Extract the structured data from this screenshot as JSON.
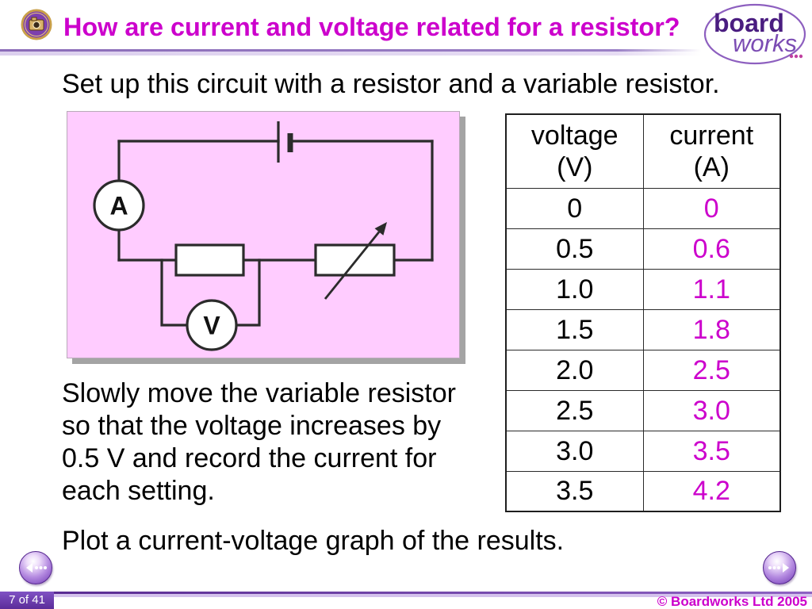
{
  "slide": {
    "title": "How are current and voltage related for a resistor?",
    "intro": "Set up this circuit with a resistor and a variable resistor.",
    "instruction_lines": [
      "Slowly move the variable resistor",
      "so that the voltage increases by",
      "0.5 V and record the current for",
      "each setting."
    ],
    "conclusion": "Plot a current-voltage graph of the results."
  },
  "logo": {
    "top": "board",
    "bottom": "works"
  },
  "circuit": {
    "ammeter_label": "A",
    "voltmeter_label": "V"
  },
  "table": {
    "headers": {
      "voltage": {
        "label": "voltage",
        "unit": "(V)"
      },
      "current": {
        "label": "current",
        "unit": "(A)"
      }
    },
    "rows": [
      {
        "voltage": "0",
        "current": "0"
      },
      {
        "voltage": "0.5",
        "current": "0.6"
      },
      {
        "voltage": "1.0",
        "current": "1.1"
      },
      {
        "voltage": "1.5",
        "current": "1.8"
      },
      {
        "voltage": "2.0",
        "current": "2.5"
      },
      {
        "voltage": "2.5",
        "current": "3.0"
      },
      {
        "voltage": "3.0",
        "current": "3.5"
      },
      {
        "voltage": "3.5",
        "current": "4.2"
      }
    ]
  },
  "footer": {
    "slide_counter": "7 of 41",
    "copyright": "© Boardworks Ltd 2005"
  },
  "icons": {
    "topic": "camera-icon",
    "previous": "previous-arrow-icon",
    "next": "next-arrow-icon"
  },
  "colors": {
    "title": "#CC00CC",
    "current_values": "#CC00CC",
    "copyright": "#CC00CC",
    "circuit_background": "#FFCCFF",
    "brand_purple": "#4A1D80"
  }
}
